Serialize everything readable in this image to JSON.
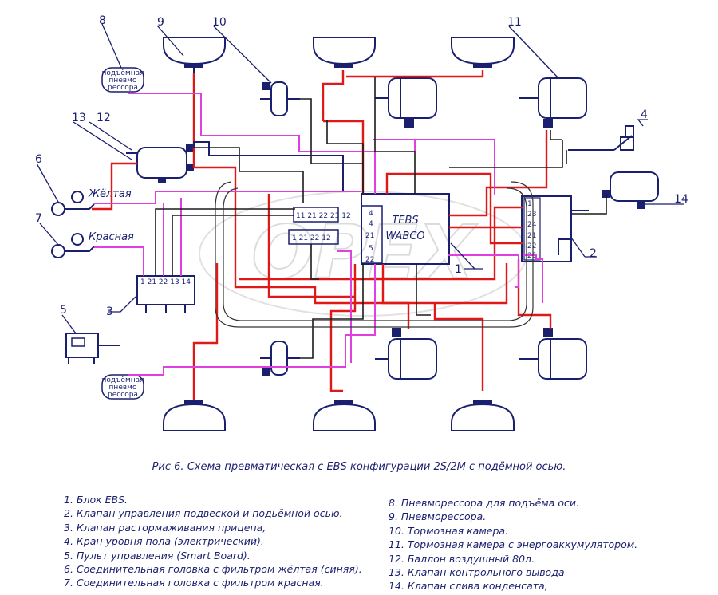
{
  "diagram": {
    "ebs_block_text": [
      "TEBS",
      "WABCO"
    ],
    "watermark": "OPEX",
    "yellow_label": "Жёлтая",
    "red_label": "Красная",
    "spring_label_lines": [
      "подъёмная",
      "пневмо",
      "рессора"
    ],
    "callouts": [
      "1",
      "2",
      "3",
      "4",
      "5",
      "6",
      "7",
      "8",
      "9",
      "10",
      "11",
      "12",
      "13",
      "14"
    ],
    "ebs_ports_left": [
      "4",
      "4",
      "21",
      "5",
      "22"
    ],
    "modulator_ports": [
      "1",
      "23",
      "24",
      "21",
      "22",
      "25"
    ],
    "valve_ports": "11 21 22 23 12",
    "valve_ports_2": "1 21 22 12",
    "board_ports": "1 21 22 13 14",
    "colors": {
      "ink": "#1a1f6e",
      "red": "#e01818",
      "pink": "#e040e0",
      "dark": "#1b1b1b"
    }
  },
  "caption": "Рис 6. Схема превматическая  с EBS конфигурации 2S/2M с подёмной осью.",
  "legend_left": [
    "1. Блок EBS.",
    "2. Клапан управления подвеской и подьёмной осью.",
    "3. Клапан растормаживания прицепа,",
    "4. Кран уровня пола (электрический).",
    "5. Пульт управления (Smart Board).",
    "6. Соединительная головка с фильтром жёлтая (синяя).",
    "7. Соединительная головка с фильтром красная."
  ],
  "legend_right": [
    "8. Пневморессора для подъёма оси.",
    "9. Пневморессора.",
    "10. Тормозная камера.",
    "11. Тормозная камера с энергоаккумулятором.",
    "12. Баллон воздушный 80л.",
    "13. Клапан контрольного вывода",
    "14. Клапан слива конденсата,"
  ]
}
